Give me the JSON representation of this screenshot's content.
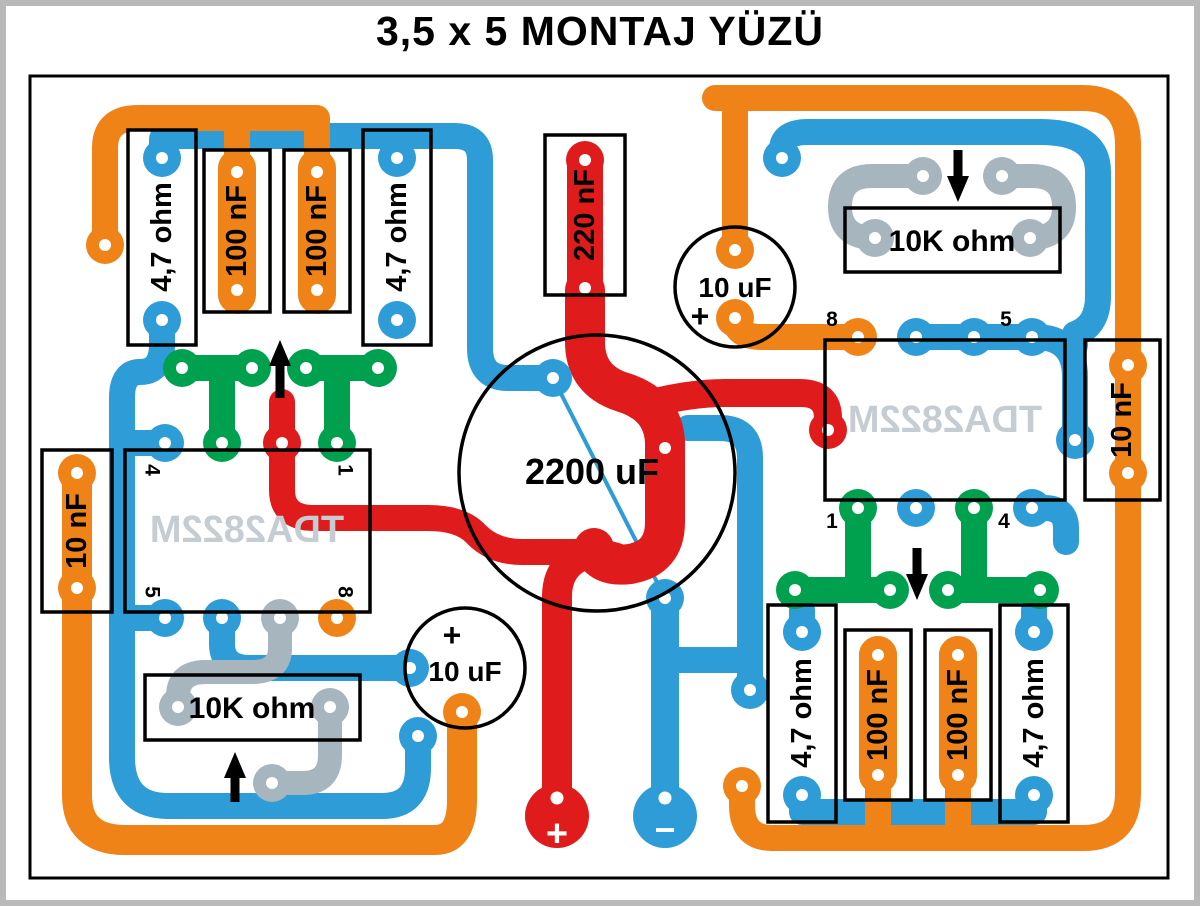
{
  "title": "3,5 x 5 MONTAJ YÜZÜ",
  "colors": {
    "orange": "#EF8318",
    "blue": "#2E9CD6",
    "red": "#E01B1C",
    "green": "#00A14E",
    "gray": "#A6B5BE",
    "ic_text": "#C6CDD2",
    "black": "#000000"
  },
  "components": {
    "left_bank": {
      "r_left": "4,7 ohm",
      "c_left": "100 nF",
      "c_right": "100 nF",
      "r_right": "4,7 ohm"
    },
    "right_bank": {
      "r_left": "4,7 ohm",
      "c_left": "100 nF",
      "c_right": "100 nF",
      "r_right": "4,7 ohm"
    },
    "cap_220n": "220 nF",
    "cap_2200u": "2200 uF",
    "cap_10u_top": "10 uF",
    "cap_10u_bottom": "10 uF",
    "cap_10n_left": "10 nF",
    "cap_10n_right": "10 nF",
    "res_10k_left": "10K ohm",
    "res_10k_right": "10K ohm",
    "ic_left": "TDA2822M",
    "ic_right": "TDA2822M"
  },
  "pins": {
    "left": {
      "p4": "4",
      "p1": "1",
      "p5": "5",
      "p8": "8"
    },
    "right": {
      "p8": "8",
      "p5": "5",
      "p1": "1",
      "p4": "4"
    }
  },
  "marks": {
    "plus": "+",
    "minus": "−",
    "polarity_plus_top": "+",
    "polarity_plus_bottom": "+"
  }
}
